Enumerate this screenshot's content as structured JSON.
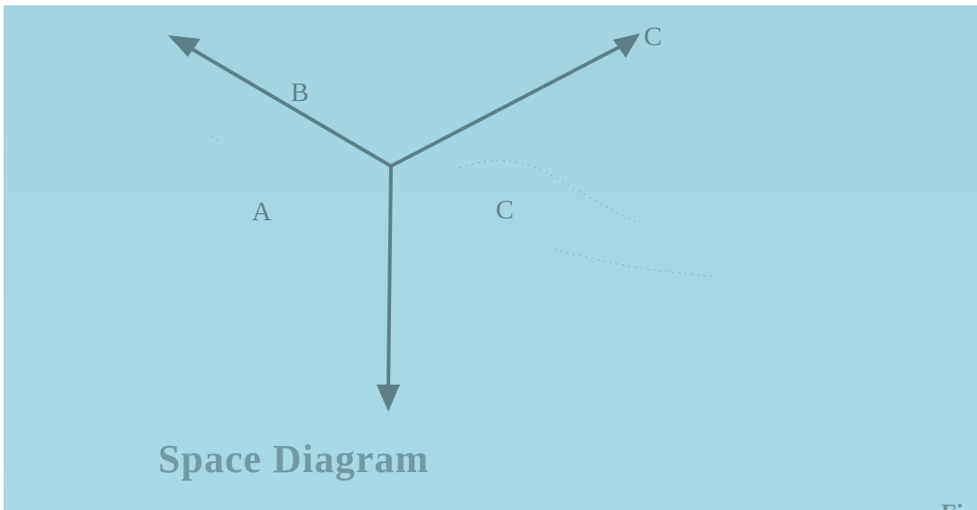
{
  "diagram": {
    "labels": {
      "force_b": "B",
      "force_c": "C",
      "region_a": "A",
      "region_c": "C"
    },
    "caption": "Space Diagram",
    "corner_fragment": "Fi"
  },
  "colors": {
    "paper": "#a6d6e3",
    "line": "#5d7f88",
    "text": "#5f828c",
    "caption": "#729aa4"
  }
}
